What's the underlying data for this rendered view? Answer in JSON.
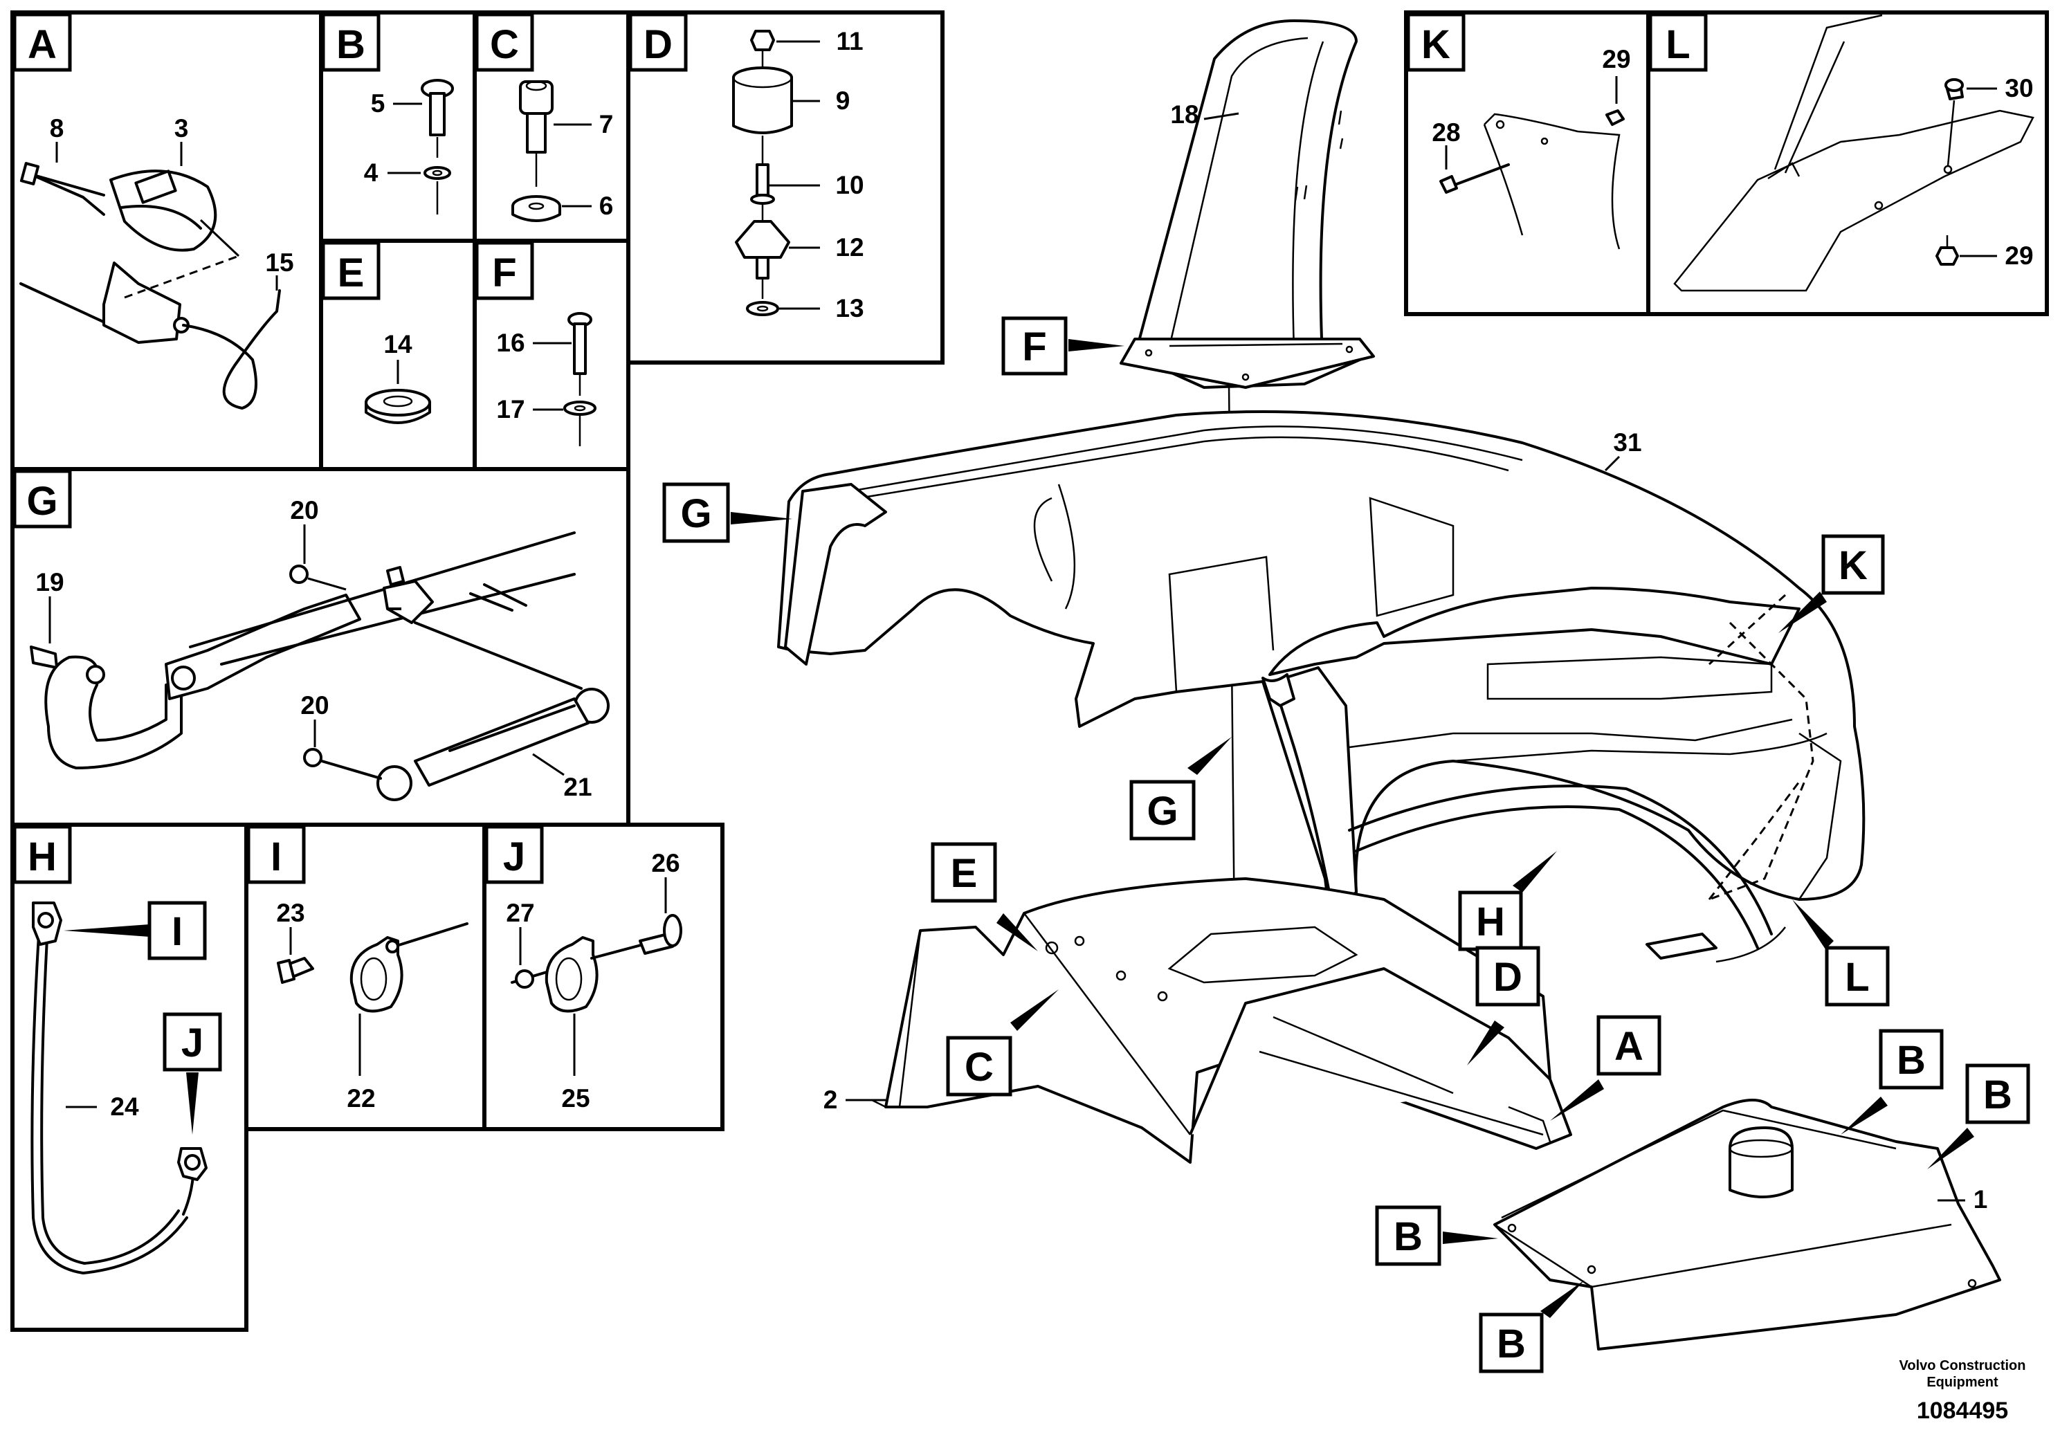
{
  "panels": {
    "A": {
      "letter": "A",
      "parts": [
        "8",
        "3",
        "15"
      ]
    },
    "B": {
      "letter": "B",
      "parts": [
        "5",
        "4"
      ]
    },
    "C": {
      "letter": "C",
      "parts": [
        "7",
        "6"
      ]
    },
    "D": {
      "letter": "D",
      "parts": [
        "11",
        "9",
        "10",
        "12",
        "13"
      ]
    },
    "E": {
      "letter": "E",
      "parts": [
        "14"
      ]
    },
    "F": {
      "letter": "F",
      "parts": [
        "16",
        "17"
      ]
    },
    "G": {
      "letter": "G",
      "parts": [
        "20",
        "19",
        "20",
        "21"
      ]
    },
    "H": {
      "letter": "H",
      "parts": [
        "24"
      ],
      "refs": [
        "I",
        "J"
      ]
    },
    "I": {
      "letter": "I",
      "parts": [
        "23",
        "22"
      ]
    },
    "J": {
      "letter": "J",
      "parts": [
        "27",
        "26",
        "25"
      ]
    },
    "K": {
      "letter": "K",
      "parts": [
        "29",
        "28"
      ]
    },
    "L": {
      "letter": "L",
      "parts": [
        "30",
        "29"
      ]
    }
  },
  "main": {
    "part_numbers": [
      "18",
      "31",
      "2",
      "1"
    ],
    "callouts": [
      "F",
      "G",
      "K",
      "G",
      "E",
      "H",
      "L",
      "D",
      "C",
      "A",
      "B",
      "B",
      "B",
      "B"
    ]
  },
  "credit": {
    "line1": "Volvo Construction",
    "line2": "Equipment",
    "doc_number": "1084495"
  }
}
